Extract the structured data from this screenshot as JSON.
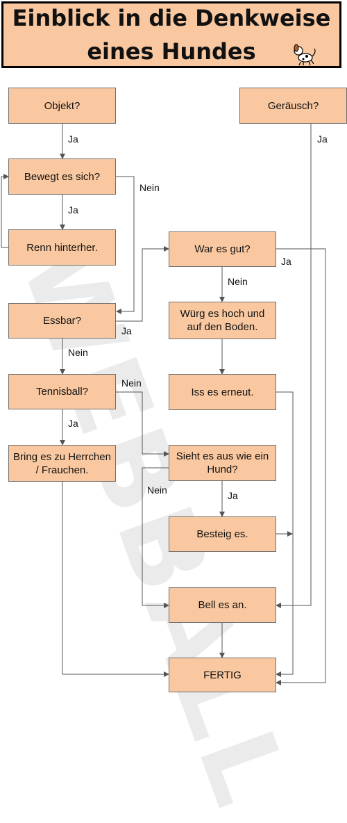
{
  "header": {
    "title_line1": "Einblick in die Denkweise",
    "title_line2": "eines Hundes"
  },
  "nodes": {
    "objekt": "Objekt?",
    "geraeusch": "Geräusch?",
    "bewegt": "Bewegt es sich?",
    "renn": "Renn hinterher.",
    "war_gut": "War es gut?",
    "essbar": "Essbar?",
    "wuerg": "Würg es hoch und auf den Boden.",
    "tennisball": "Tennisball?",
    "iss": "Iss es erneut.",
    "bring": "Bring es zu Herrchen / Frauchen.",
    "sieht_hund": "Sieht es aus wie ein Hund?",
    "besteig": "Besteig es.",
    "bell": "Bell es an.",
    "fertig": "FERTIG"
  },
  "edge_labels": {
    "objekt_ja": "Ja",
    "geraeusch_ja": "Ja",
    "bewegt_nein": "Nein",
    "bewegt_ja": "Ja",
    "war_ja": "Ja",
    "war_nein": "Nein",
    "essbar_ja": "Ja",
    "essbar_nein": "Nein",
    "tennis_nein": "Nein",
    "tennis_ja": "Ja",
    "hund_nein": "Nein",
    "hund_ja": "Ja"
  },
  "watermark": "WEBBALL",
  "colors": {
    "box_fill": "#f9c8a0",
    "header_fill": "#f9c8a0",
    "line": "#555555"
  }
}
